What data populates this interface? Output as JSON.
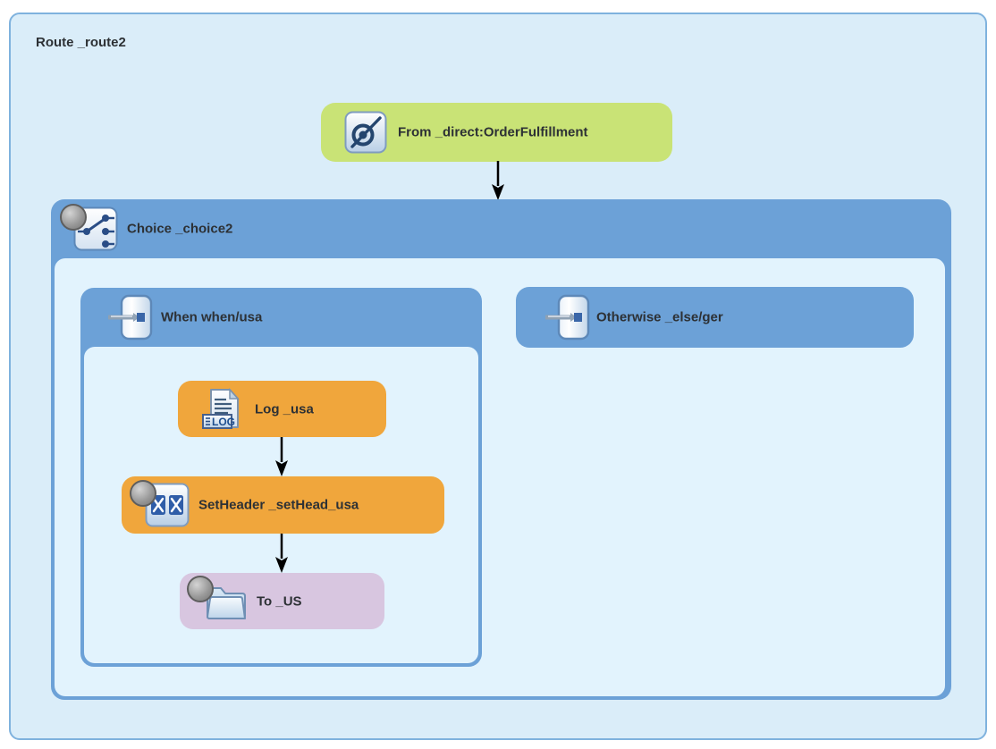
{
  "route": {
    "title": "Route _route2"
  },
  "nodes": {
    "from": {
      "label": "From _direct:OrderFulfillment",
      "icon": "endpoint-icon",
      "breakpoint_badge": false
    },
    "choice": {
      "label": "Choice _choice2",
      "icon": "choice-switch-icon",
      "breakpoint_badge": true
    },
    "when": {
      "label": "When when/usa",
      "icon": "message-filter-icon",
      "breakpoint_badge": false
    },
    "otherwise": {
      "label": "Otherwise _else/ger",
      "icon": "message-filter-icon",
      "breakpoint_badge": false
    },
    "log": {
      "label": "Log _usa",
      "icon": "log-document-icon",
      "breakpoint_badge": false
    },
    "setheader": {
      "label": "SetHeader _setHead_usa",
      "icon": "transform-pair-icon",
      "breakpoint_badge": true
    },
    "to": {
      "label": "To _US",
      "icon": "folder-endpoint-icon",
      "breakpoint_badge": true
    }
  },
  "icons": {
    "log_badge_text": "LOG"
  },
  "colors": {
    "canvas_bg": "#ffffff",
    "route_fill": "#daedf9",
    "route_border": "#7fb2de",
    "container_blue": "#6ca1d7",
    "container_body": "#e2f3fd",
    "from_green": "#c9e376",
    "step_orange": "#f0a63c",
    "to_lavender": "#d8c6e0",
    "label_text": "#2d3135",
    "arrow_color": "#000000"
  }
}
